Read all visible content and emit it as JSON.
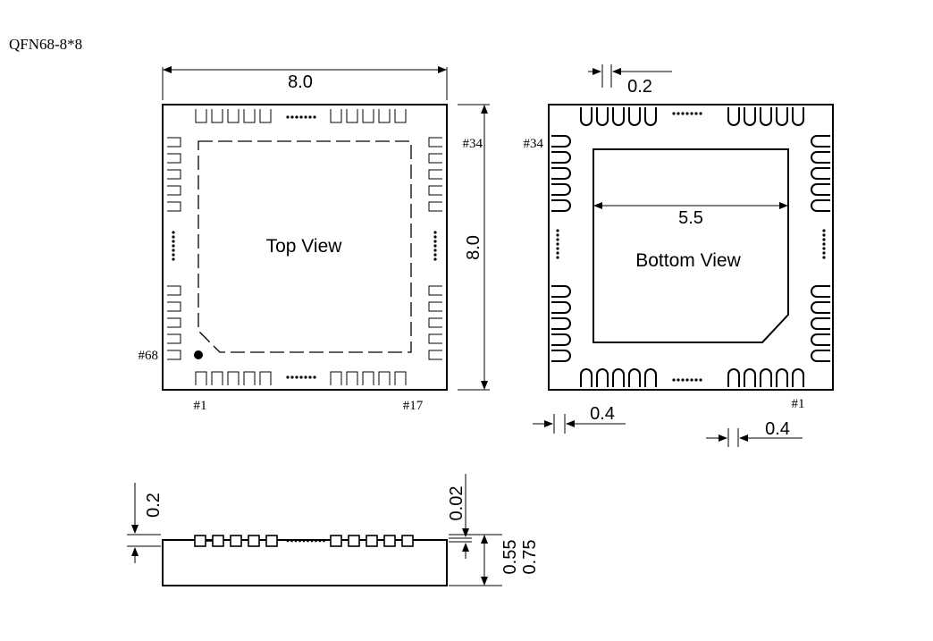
{
  "title": "QFN68-8*8",
  "top_view": {
    "label": "Top View",
    "width_dim": "8.0",
    "height_dim": "8.0",
    "pin_1": "#1",
    "pin_17": "#17",
    "pin_34": "#34",
    "pin_68": "#68"
  },
  "bottom_view": {
    "label": "Bottom View",
    "pad_width_dim": "0.2",
    "exposed_pad_dim": "5.5",
    "pin_34": "#34",
    "pin_1": "#1",
    "pitch_dim_left": "0.4",
    "pitch_dim_right": "0.4"
  },
  "side_view": {
    "lead_thickness_dim": "0.2",
    "standoff_dim": "0.02",
    "body_height_dim": "0.55",
    "total_height_dim": "0.75"
  },
  "colors": {
    "line": "#000000",
    "background": "#ffffff"
  }
}
